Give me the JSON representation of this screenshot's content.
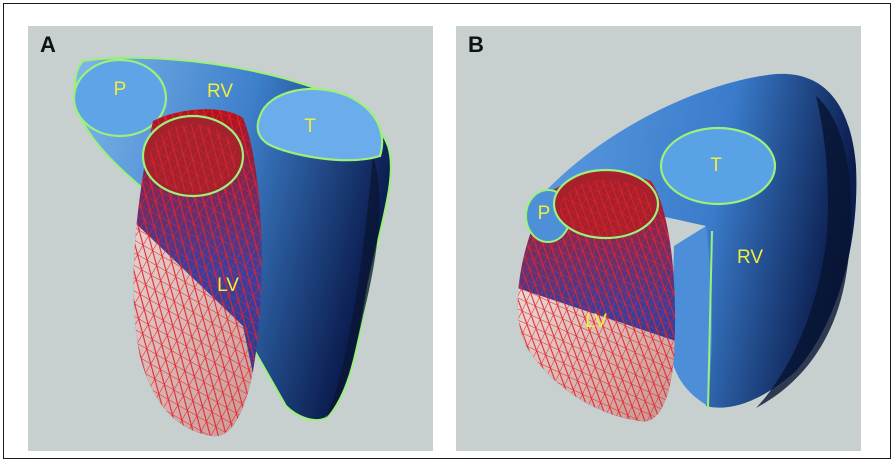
{
  "figure": {
    "panels": [
      {
        "letter": "A",
        "labels": {
          "p": "P",
          "rv": "RV",
          "t": "T",
          "lv": "LV"
        }
      },
      {
        "letter": "B",
        "labels": {
          "p": "P",
          "rv": "RV",
          "t": "T",
          "lv": "LV"
        }
      }
    ]
  },
  "colors": {
    "background": "#c7d0cf",
    "rv_surface": "#3f84cf",
    "valve_outline": "#9df07a",
    "label_text": "#f1ee3c",
    "lv_mesh": "#d8272d"
  }
}
